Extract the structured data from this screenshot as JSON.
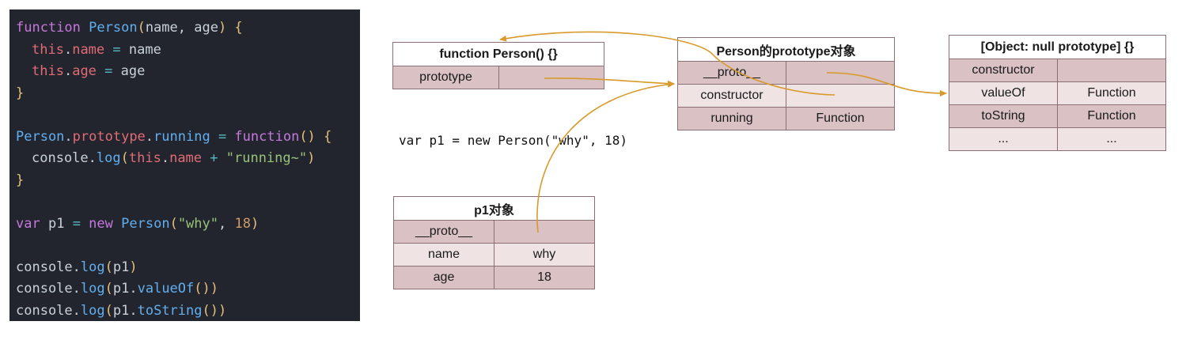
{
  "code_lines": [
    [
      {
        "t": "function",
        "c": "keyword"
      },
      {
        "t": " ",
        "c": "plain"
      },
      {
        "t": "Person",
        "c": "func"
      },
      {
        "t": "(",
        "c": "paren"
      },
      {
        "t": "name, age",
        "c": "plain"
      },
      {
        "t": ")",
        "c": "paren"
      },
      {
        "t": " {",
        "c": "paren"
      }
    ],
    [
      {
        "t": "INDENT",
        "c": "indent"
      },
      {
        "t": "this",
        "c": "var"
      },
      {
        "t": ".",
        "c": "plain"
      },
      {
        "t": "name",
        "c": "var"
      },
      {
        "t": " = ",
        "c": "op"
      },
      {
        "t": "name",
        "c": "plain"
      }
    ],
    [
      {
        "t": "INDENT",
        "c": "indent"
      },
      {
        "t": "this",
        "c": "var"
      },
      {
        "t": ".",
        "c": "plain"
      },
      {
        "t": "age",
        "c": "var"
      },
      {
        "t": " = ",
        "c": "op"
      },
      {
        "t": "age",
        "c": "plain"
      }
    ],
    [
      {
        "t": "}",
        "c": "paren"
      }
    ],
    [],
    [
      {
        "t": "Person",
        "c": "func"
      },
      {
        "t": ".",
        "c": "plain"
      },
      {
        "t": "prototype",
        "c": "var"
      },
      {
        "t": ".",
        "c": "plain"
      },
      {
        "t": "running",
        "c": "prop"
      },
      {
        "t": " = ",
        "c": "op"
      },
      {
        "t": "function",
        "c": "keyword"
      },
      {
        "t": "()",
        "c": "paren"
      },
      {
        "t": " {",
        "c": "paren"
      }
    ],
    [
      {
        "t": "INDENT",
        "c": "indent"
      },
      {
        "t": "console",
        "c": "plain"
      },
      {
        "t": ".",
        "c": "plain"
      },
      {
        "t": "log",
        "c": "prop"
      },
      {
        "t": "(",
        "c": "paren"
      },
      {
        "t": "this",
        "c": "var"
      },
      {
        "t": ".",
        "c": "plain"
      },
      {
        "t": "name",
        "c": "var"
      },
      {
        "t": " + ",
        "c": "op"
      },
      {
        "t": "\"running~\"",
        "c": "str"
      },
      {
        "t": ")",
        "c": "paren"
      }
    ],
    [
      {
        "t": "}",
        "c": "paren"
      }
    ],
    [],
    [
      {
        "t": "var",
        "c": "keyword"
      },
      {
        "t": " ",
        "c": "plain"
      },
      {
        "t": "p1",
        "c": "plain"
      },
      {
        "t": " = ",
        "c": "op"
      },
      {
        "t": "new",
        "c": "keyword"
      },
      {
        "t": " ",
        "c": "plain"
      },
      {
        "t": "Person",
        "c": "func"
      },
      {
        "t": "(",
        "c": "paren"
      },
      {
        "t": "\"why\"",
        "c": "str"
      },
      {
        "t": ", ",
        "c": "plain"
      },
      {
        "t": "18",
        "c": "num"
      },
      {
        "t": ")",
        "c": "paren"
      }
    ],
    [],
    [
      {
        "t": "console",
        "c": "plain"
      },
      {
        "t": ".",
        "c": "plain"
      },
      {
        "t": "log",
        "c": "prop"
      },
      {
        "t": "(",
        "c": "paren"
      },
      {
        "t": "p1",
        "c": "plain"
      },
      {
        "t": ")",
        "c": "paren"
      }
    ],
    [
      {
        "t": "console",
        "c": "plain"
      },
      {
        "t": ".",
        "c": "plain"
      },
      {
        "t": "log",
        "c": "prop"
      },
      {
        "t": "(",
        "c": "paren"
      },
      {
        "t": "p1",
        "c": "plain"
      },
      {
        "t": ".",
        "c": "plain"
      },
      {
        "t": "valueOf",
        "c": "prop"
      },
      {
        "t": "()",
        "c": "paren"
      },
      {
        "t": ")",
        "c": "paren"
      }
    ],
    [
      {
        "t": "console",
        "c": "plain"
      },
      {
        "t": ".",
        "c": "plain"
      },
      {
        "t": "log",
        "c": "prop"
      },
      {
        "t": "(",
        "c": "paren"
      },
      {
        "t": "p1",
        "c": "plain"
      },
      {
        "t": ".",
        "c": "plain"
      },
      {
        "t": "toString",
        "c": "prop"
      },
      {
        "t": "()",
        "c": "paren"
      },
      {
        "t": ")",
        "c": "paren"
      }
    ]
  ],
  "person_fn": {
    "title": "function Person() {}",
    "rows": [
      [
        "prototype",
        ""
      ]
    ]
  },
  "person_proto": {
    "title": "Person的prototype对象",
    "rows": [
      [
        "__proto__",
        ""
      ],
      [
        "constructor",
        ""
      ],
      [
        "running",
        "Function"
      ]
    ]
  },
  "object_proto": {
    "title": "[Object: null prototype] {}",
    "rows": [
      [
        "constructor",
        ""
      ],
      [
        "valueOf",
        "Function"
      ],
      [
        "toString",
        "Function"
      ],
      [
        "...",
        "..."
      ]
    ]
  },
  "p1_obj": {
    "title": "p1对象",
    "rows": [
      [
        "__proto__",
        ""
      ],
      [
        "name",
        "why"
      ],
      [
        "age",
        "18"
      ]
    ]
  },
  "expression": "var p1 = new Person(\"why\", 18)",
  "colors": {
    "arrow": "#d89a2b",
    "cell_dark": "#d9c1c4",
    "cell_light": "#efe3e4",
    "border": "#8b6f74",
    "code_bg": "#22252e"
  }
}
